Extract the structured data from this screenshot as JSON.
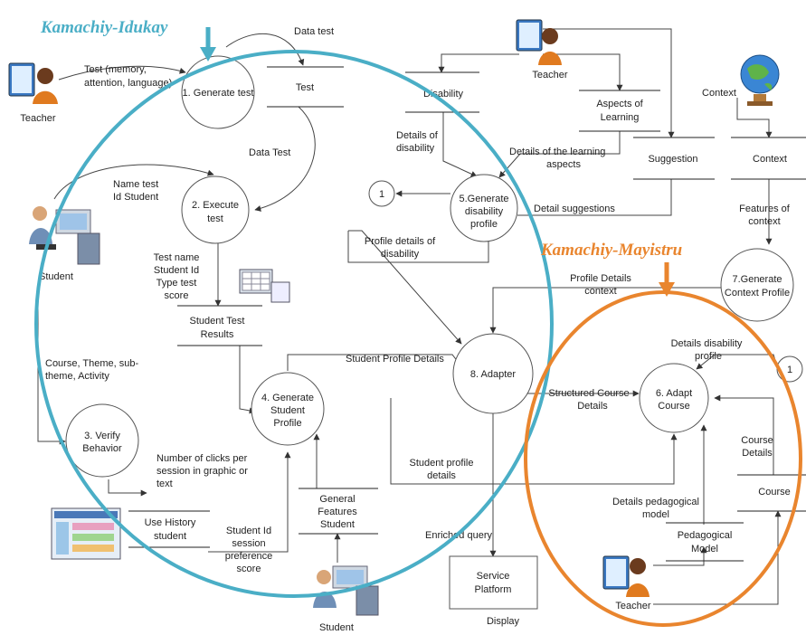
{
  "annotations": {
    "left_label": "Kamachiy-Idukay",
    "right_label": "Kamachiy-Mayistru",
    "left_color": "#4aaec6",
    "right_color": "#e9852e"
  },
  "processes": {
    "p1": "1. Generate test",
    "p2": [
      "2. Execute",
      "test"
    ],
    "p3": [
      "3. Verify",
      "Behavior"
    ],
    "p4": [
      "4. Generate",
      "Student",
      "Profile"
    ],
    "p5": [
      "5.Generate",
      "disability",
      "profile"
    ],
    "p6": [
      "6. Adapt",
      "Course"
    ],
    "p7": [
      "7.Generate",
      "Context Profile"
    ],
    "p8": "8. Adapter"
  },
  "stores": {
    "test": "Test",
    "disability": "Disability",
    "aspects": [
      "Aspects of",
      "Learning"
    ],
    "suggestion": "Suggestion",
    "context": "Context",
    "results": [
      "Student Test",
      "Results"
    ],
    "history": [
      "Use History",
      "student"
    ],
    "features": [
      "General",
      "Features",
      "Student"
    ],
    "course": "Course",
    "pedagogical": [
      "Pedagogical",
      "Model"
    ],
    "platform": [
      "Service",
      "Platform"
    ]
  },
  "entities": {
    "teacher_left": "Teacher",
    "teacher_top": "Teacher",
    "teacher_bottom": "Teacher",
    "student_left": "Student",
    "student_bottom": "Student",
    "context": "Context"
  },
  "connectors": {
    "c1_left": "1",
    "c1_right": "1"
  },
  "flows": {
    "data_test_top": "Data test",
    "test_mem": [
      "Test (memory,",
      "attention, language)"
    ],
    "data_test_mid": "Data Test",
    "name_test": [
      "Name test",
      "Id Student"
    ],
    "test_name": [
      "Test name",
      "Student Id",
      "Type test",
      "score"
    ],
    "details_disability": [
      "Details of",
      "disability"
    ],
    "details_learning": [
      "Details of the learning",
      "aspects"
    ],
    "detail_suggestions": "Detail suggestions",
    "features_context": [
      "Features of",
      "context"
    ],
    "profile_details_dis": [
      "Profile details of",
      "disability"
    ],
    "profile_details_ctx": [
      "Profile Details",
      "context"
    ],
    "course_theme": [
      "Course, Theme, sub-",
      "theme, Activity"
    ],
    "student_profile_details": "Student Profile Details",
    "details_disability_profile": [
      "Details disability",
      "profile"
    ],
    "structured_course": [
      "Structured Course",
      "Details"
    ],
    "course_details": [
      "Course",
      "Details"
    ],
    "clicks": [
      "Number of clicks per",
      "session in graphic or",
      "text"
    ],
    "student_profile_details2": [
      "Student profile",
      "details"
    ],
    "details_pedagogical": [
      "Details pedagogical",
      "model"
    ],
    "student_id": [
      "Student Id",
      "session",
      "preference",
      "score"
    ],
    "enriched": "Enriched query",
    "display": "Display"
  }
}
